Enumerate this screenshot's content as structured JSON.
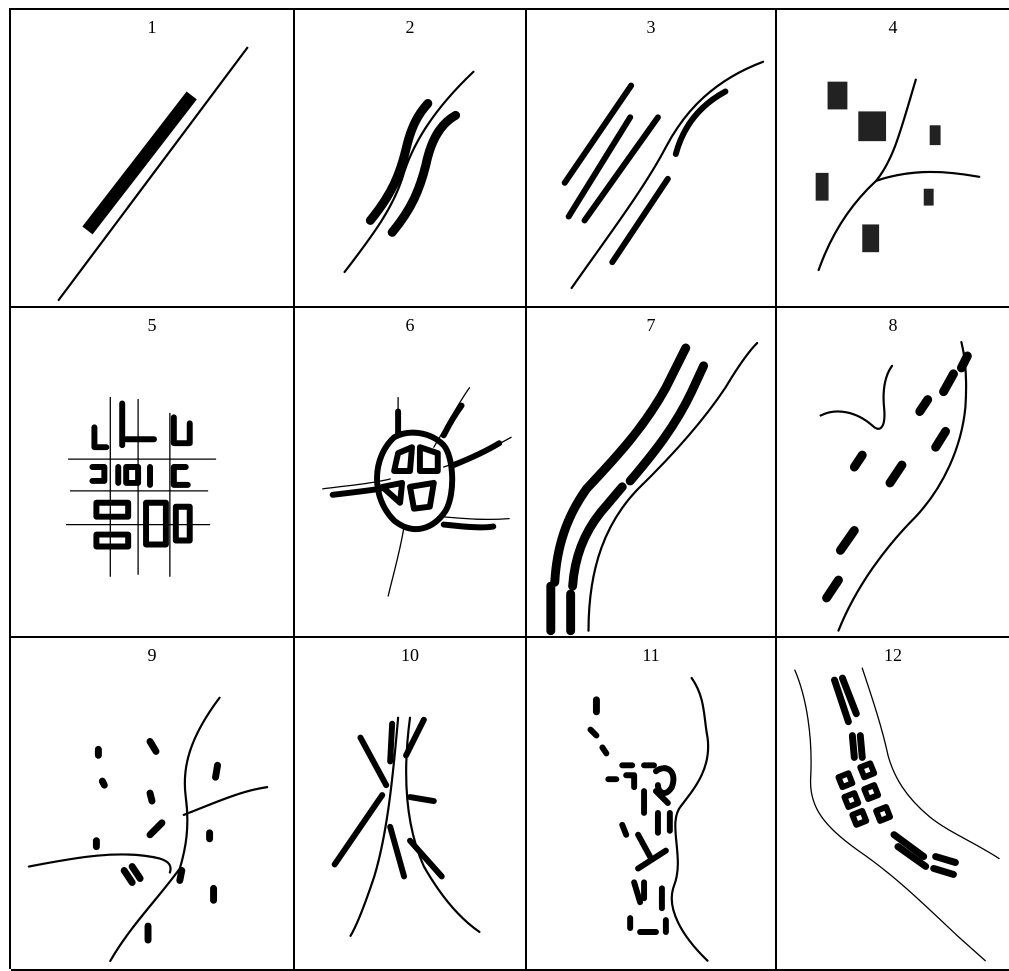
{
  "panels": [
    {
      "label": "1"
    },
    {
      "label": "2"
    },
    {
      "label": "3"
    },
    {
      "label": "4"
    },
    {
      "label": "5"
    },
    {
      "label": "6"
    },
    {
      "label": "7"
    },
    {
      "label": "8"
    },
    {
      "label": "9"
    },
    {
      "label": "10"
    },
    {
      "label": "11"
    },
    {
      "label": "12"
    }
  ]
}
